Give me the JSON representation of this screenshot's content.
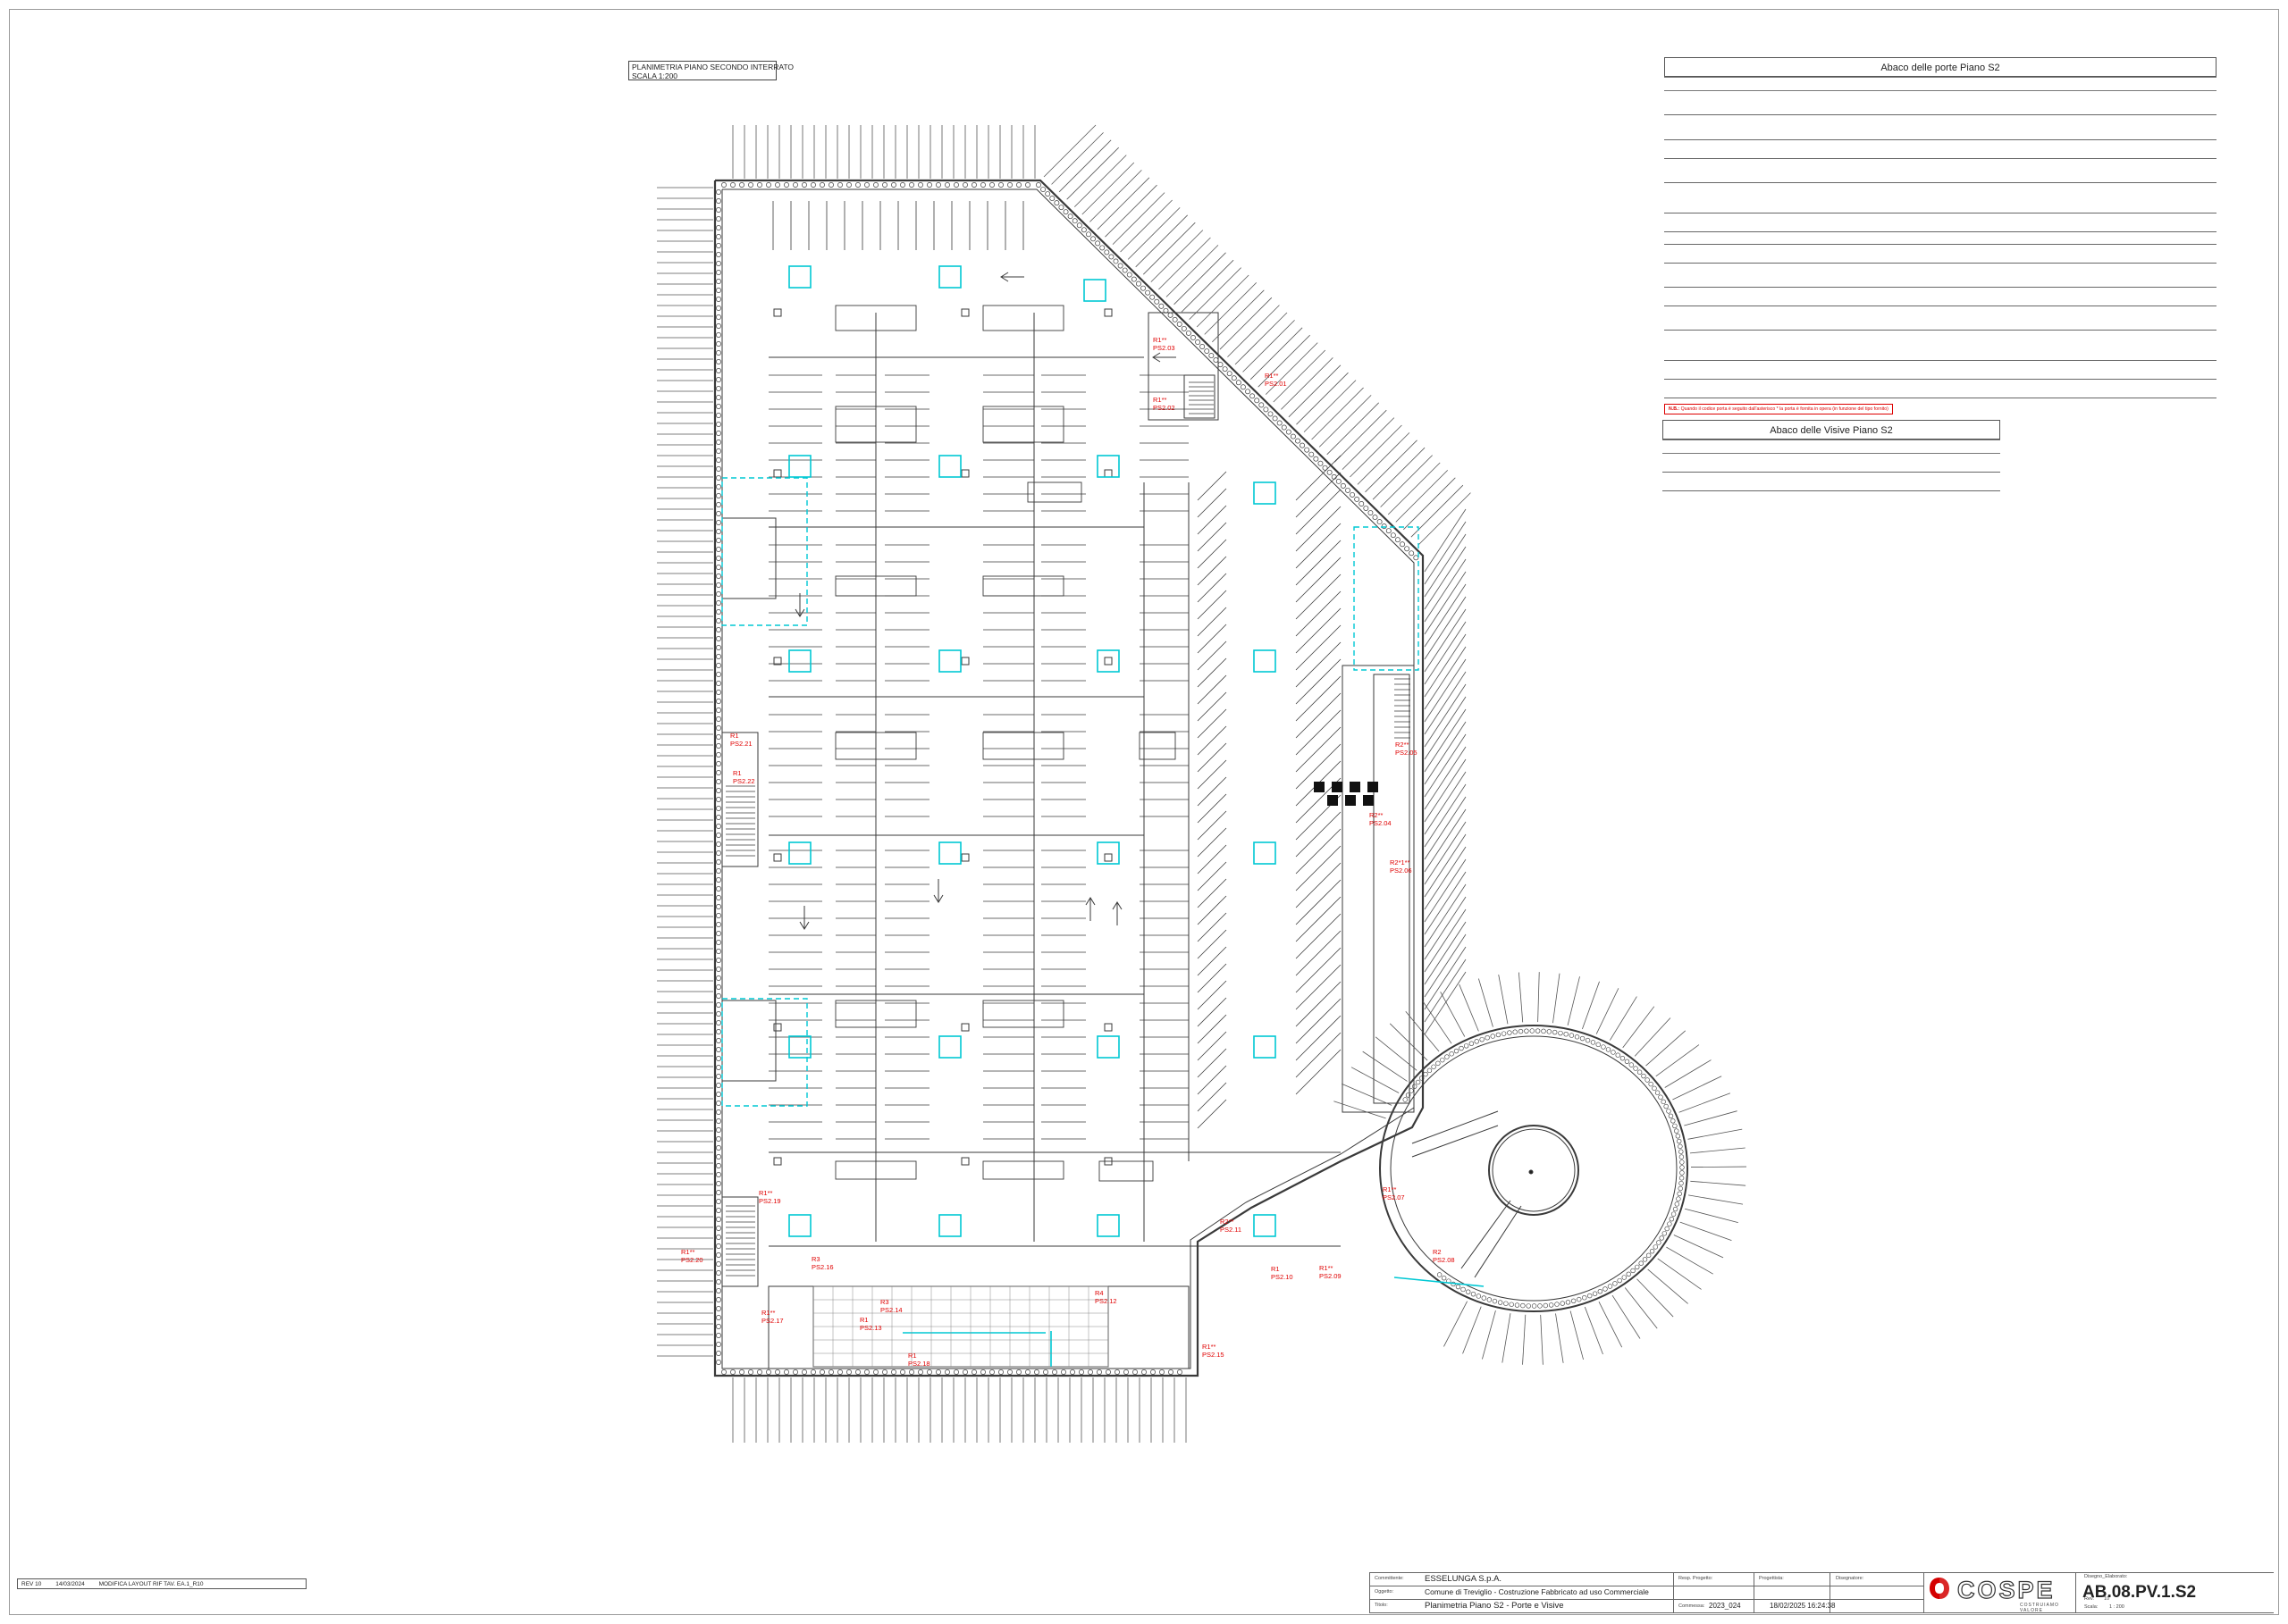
{
  "plan_title": {
    "line1": "PLANIMETRIA PIANO SECONDO INTERRATO",
    "line2": "SCALA 1:200"
  },
  "door_schedule": {
    "title": "Abaco delle porte Piano S2",
    "columns": [
      "",
      "",
      "",
      "",
      "",
      "",
      "",
      "",
      "",
      "",
      "",
      "",
      "",
      "",
      "",
      ""
    ],
    "note_tag": "N.B.:",
    "note": "Quando il codice porta è seguito dall'asterisco * la porta è fornita in opera (in funzione del tipo fornito)"
  },
  "vision_schedule": {
    "title": "Abaco delle Visive Piano S2",
    "columns": [
      "",
      "",
      "",
      "",
      "",
      "",
      "",
      ""
    ]
  },
  "door_labels": [
    {
      "code": "R1**",
      "ref": "PS2.03"
    },
    {
      "code": "R1**",
      "ref": "PS2.02"
    },
    {
      "code": "R1**",
      "ref": "PS2.01"
    },
    {
      "code": "R1",
      "ref": "PS2.21"
    },
    {
      "code": "R1",
      "ref": "PS2.22"
    },
    {
      "code": "R2**",
      "ref": "PS2.05"
    },
    {
      "code": "R2**",
      "ref": "PS2.04"
    },
    {
      "code": "R2*1**",
      "ref": "PS2.06"
    },
    {
      "code": "R1**",
      "ref": "PS2.19"
    },
    {
      "code": "R1**",
      "ref": "PS2.20"
    },
    {
      "code": "R3",
      "ref": "PS2.16"
    },
    {
      "code": "R1**",
      "ref": "PS2.17"
    },
    {
      "code": "R3",
      "ref": "PS2.14"
    },
    {
      "code": "R1",
      "ref": "PS2.13"
    },
    {
      "code": "R1",
      "ref": "PS2.18"
    },
    {
      "code": "R4",
      "ref": "PS2.12"
    },
    {
      "code": "R2**",
      "ref": "PS2.11"
    },
    {
      "code": "R1",
      "ref": "PS2.10"
    },
    {
      "code": "R1**",
      "ref": "PS2.15"
    },
    {
      "code": "R1**",
      "ref": "PS2.09"
    },
    {
      "code": "R1**",
      "ref": "PS2.07"
    },
    {
      "code": "R2",
      "ref": "PS2.08"
    }
  ],
  "revision": {
    "rev": "REV 10",
    "date": "14/03/2024",
    "description": "MODIFICA LAYOUT RIF TAV. EA.1_R10"
  },
  "title_block": {
    "committente_label": "Committente:",
    "committente": "ESSELUNGA S.p.A.",
    "oggetto_label": "Oggetto:",
    "oggetto": "Comune di Treviglio - Costruzione Fabbricato ad uso Commerciale",
    "titolo_label": "Titolo:",
    "titolo": "Planimetria Piano S2 - Porte e Visive",
    "resp_label": "Resp. Progetto:",
    "progettista_label": "Progettista:",
    "disegnatore_label": "Disegnatore:",
    "commessa_label": "Commessa:",
    "commessa": "2023_024",
    "datetime": "18/02/2025 16:24:38",
    "company": "COSPE",
    "company_tagline": "COSTRUIAMO VALORE",
    "disegno_label": "Disegno_Elaborato:",
    "drawing_code": "AB.08.PV.1.S2",
    "rev_label": "Rev:",
    "rev_value": "10",
    "scala_label": "Scala:",
    "scala_value": "1 : 200"
  },
  "colors": {
    "line": "#3a3a3a",
    "hatch": "#555555",
    "highlight": "#00c8d4",
    "door_label": "#e00000"
  }
}
